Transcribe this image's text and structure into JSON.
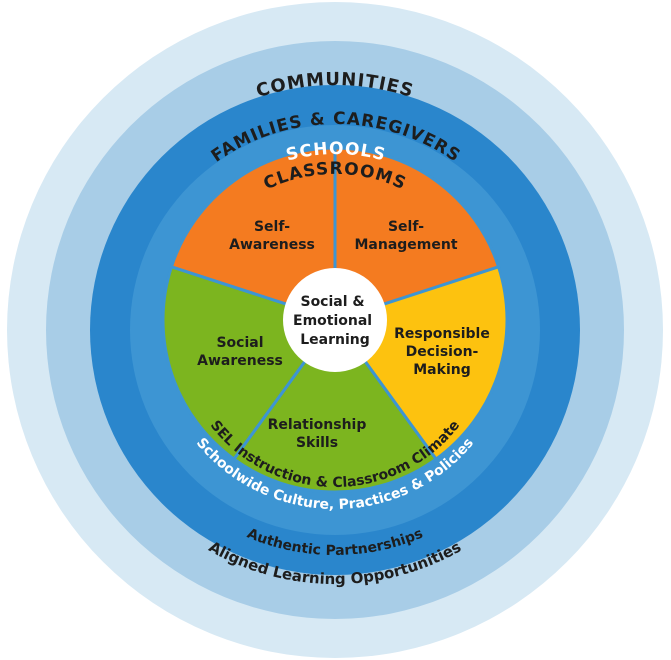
{
  "rings": {
    "communities": "COMMUNITIES",
    "families": "FAMILIES & CAREGIVERS",
    "schools": "SCHOOLS",
    "classrooms": "CLASSROOMS",
    "sel_instruction": "SEL Instruction & Classroom Climate",
    "schoolwide": "Schoolwide Culture, Practices & Policies",
    "partnerships": "Authentic Partnerships",
    "aligned": "Aligned Learning Opportunities"
  },
  "center": {
    "line1": "Social &",
    "line2": "Emotional",
    "line3": "Learning"
  },
  "segments": [
    {
      "id": "self-awareness",
      "lines": [
        "Self-",
        "Awareness"
      ],
      "color": "#f47b20"
    },
    {
      "id": "self-management",
      "lines": [
        "Self-",
        "Management"
      ],
      "color": "#f47b20"
    },
    {
      "id": "responsible-decision-making",
      "lines": [
        "Responsible",
        "Decision-",
        "Making"
      ],
      "color": "#fdc20f"
    },
    {
      "id": "relationship-skills",
      "lines": [
        "Relationship",
        "Skills"
      ],
      "color": "#7cb51f"
    },
    {
      "id": "social-awareness",
      "lines": [
        "Social",
        "Awareness"
      ],
      "color": "#7cb51f"
    }
  ],
  "colors": {
    "communities_ring": "#d7e9f4",
    "families_ring": "#a8cde7",
    "schools_ring": "#2a86cc",
    "classrooms_ring": "#3d95d3",
    "segment_border": "#3d95d3",
    "dark_text": "#1d1d1d",
    "light_text": "#ffffff"
  }
}
